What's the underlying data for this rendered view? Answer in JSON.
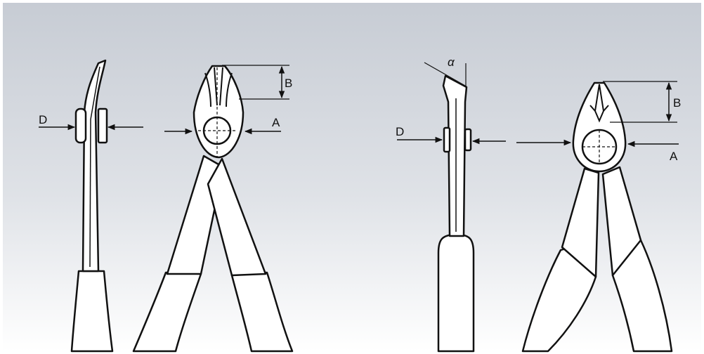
{
  "diagram": {
    "labels": {
      "left_side_d": "D",
      "left_front_b": "B",
      "left_front_a": "A",
      "right_angle_alpha": "α",
      "right_side_d": "D",
      "right_front_b": "B",
      "right_front_a": "A"
    },
    "colors": {
      "background_top": "#c9ced6",
      "background_bottom": "#ffffff",
      "tool_fill": "#ffffff",
      "line": "#111111"
    }
  }
}
